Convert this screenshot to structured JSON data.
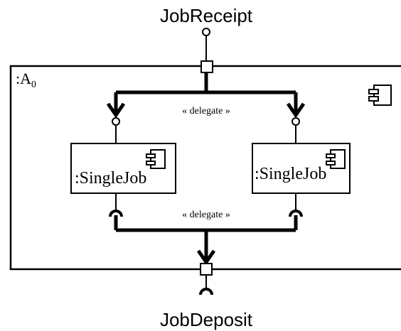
{
  "diagram": {
    "top_port_label": "JobReceipt",
    "bottom_port_label": "JobDeposit",
    "outer_component": {
      "label": ":A",
      "label_subscript": "0",
      "icon": "component-icon"
    },
    "connectors": {
      "top_label": "« delegate »",
      "bottom_label": "« delegate »"
    },
    "parts": [
      {
        "label": ":SingleJob",
        "icon": "component-icon"
      },
      {
        "label": ":SingleJob",
        "icon": "component-icon"
      }
    ]
  }
}
